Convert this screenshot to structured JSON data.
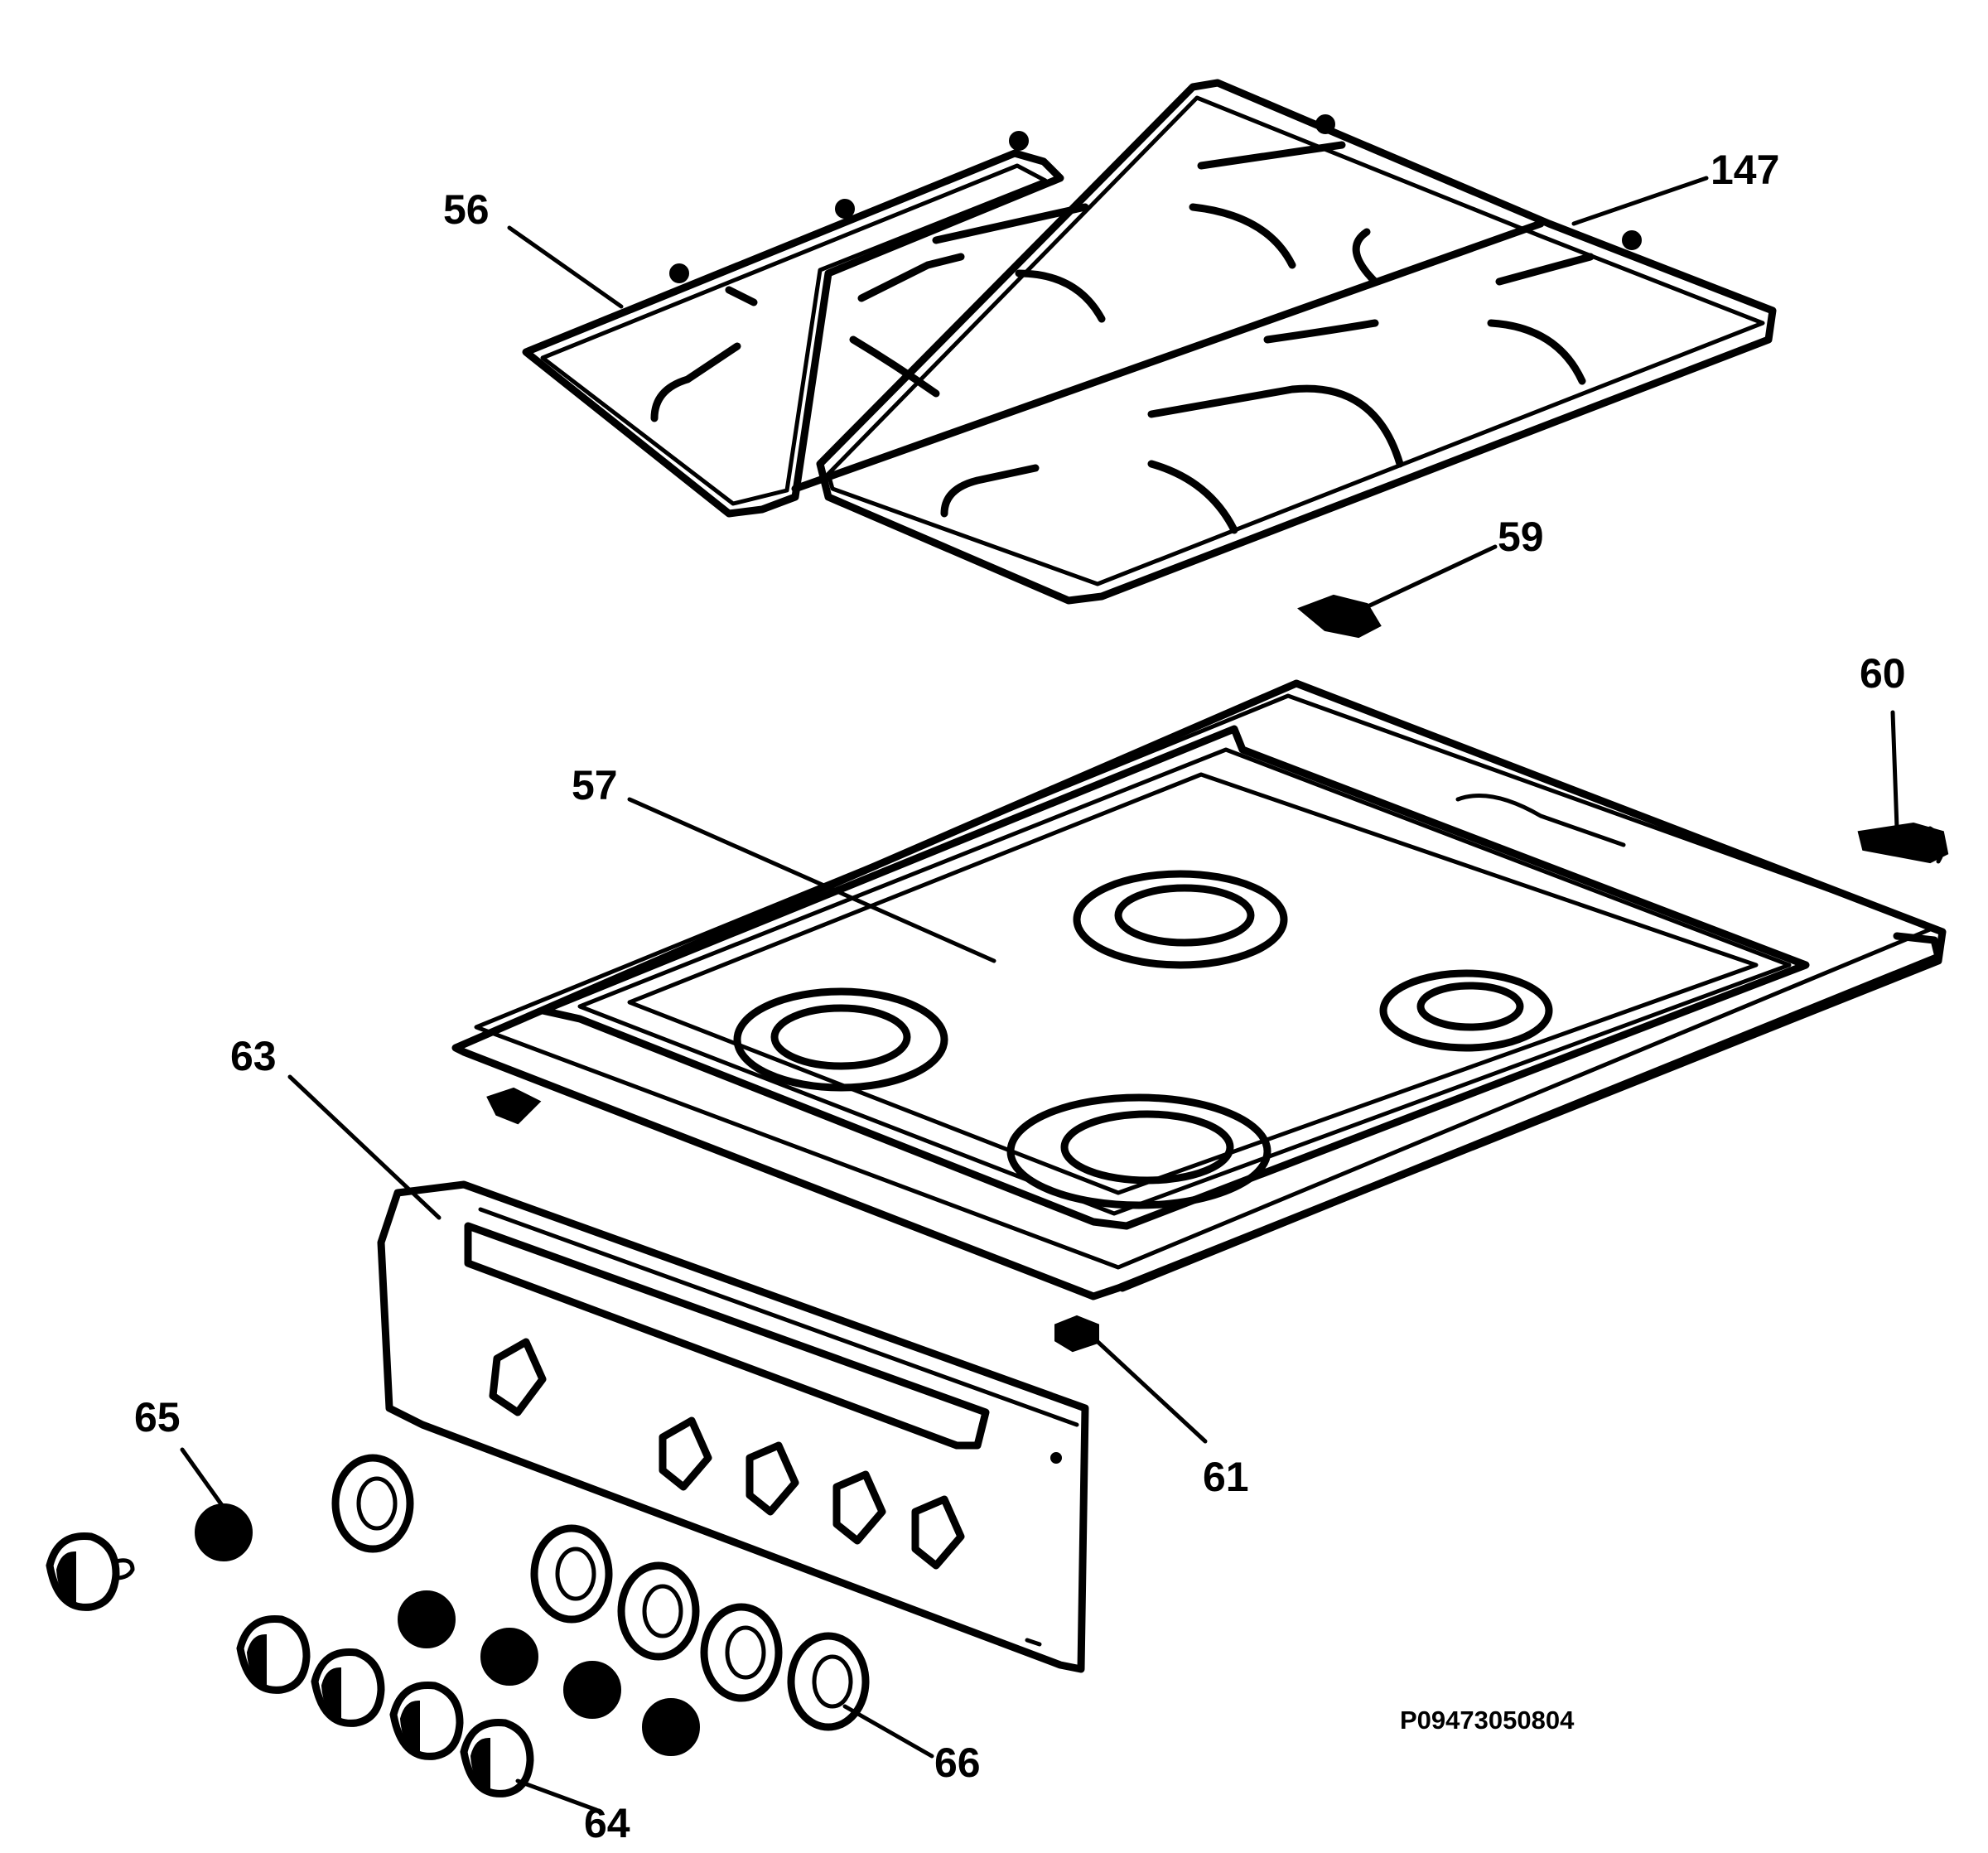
{
  "diagram": {
    "labels": {
      "56": "56",
      "147": "147",
      "59": "59",
      "60": "60",
      "57": "57",
      "63": "63",
      "61": "61",
      "65": "65",
      "66": "66",
      "64": "64"
    },
    "drawing_code": "P09473050804",
    "colors": {
      "ink": "#000000",
      "background": "#ffffff"
    }
  }
}
